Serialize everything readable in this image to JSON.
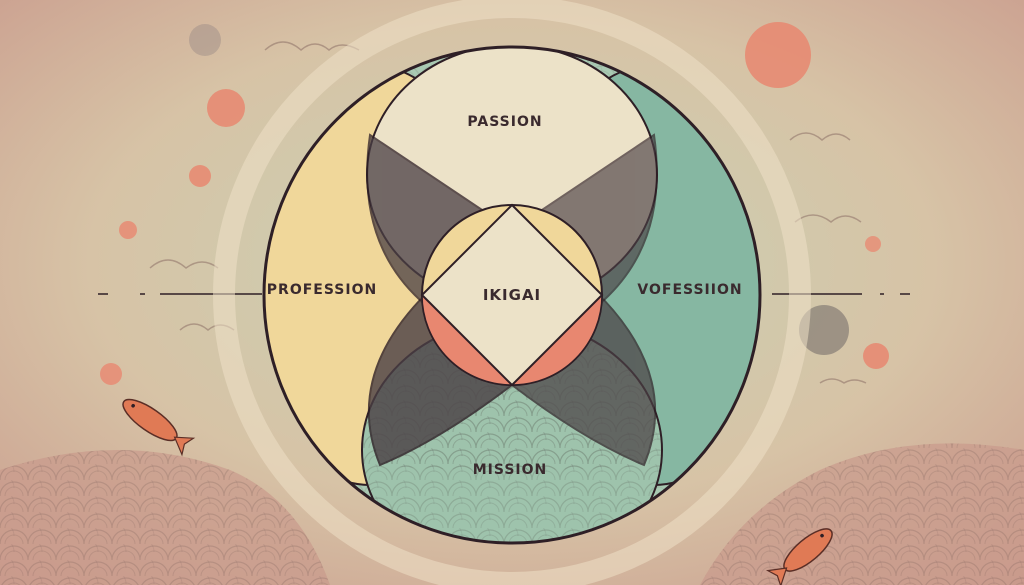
{
  "diagram": {
    "labels": {
      "top": "PASSION",
      "left": "PROFESSION",
      "right": "VOFESSIION",
      "bottom": "MISSION",
      "center": "IKIGAI"
    }
  },
  "colors": {
    "background": "#d9bfa4",
    "mint": "#a9c9b3",
    "cream": "#ece2c8",
    "sand": "#f0d79a",
    "sage": "#86b7a2",
    "charcoal": "#4a3f44",
    "coral": "#e88770",
    "outline": "#2e1f26"
  }
}
